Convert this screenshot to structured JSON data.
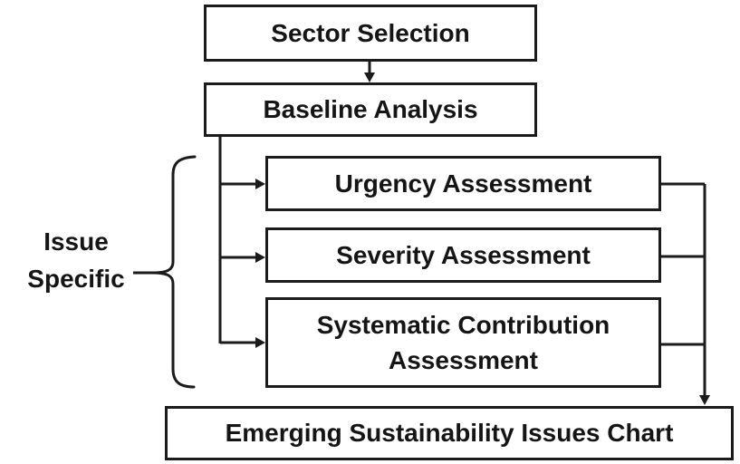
{
  "diagram": {
    "type": "flowchart",
    "colors": {
      "stroke": "#1b1b1b",
      "background": "#ffffff",
      "text": "#151515"
    },
    "nodes": {
      "sector": {
        "label": "Sector Selection"
      },
      "baseline": {
        "label": "Baseline Analysis"
      },
      "urgency": {
        "label": "Urgency Assessment"
      },
      "severity": {
        "label": "Severity Assessment"
      },
      "systematic": {
        "label": "Systematic Contribution Assessment"
      },
      "chart": {
        "label": "Emerging Sustainability Issues Chart"
      }
    },
    "group": {
      "line1": "Issue",
      "line2": "Specific",
      "applies_to": [
        "Urgency Assessment",
        "Severity Assessment",
        "Systematic Contribution Assessment"
      ]
    },
    "edges": [
      {
        "from": "Sector Selection",
        "to": "Baseline Analysis",
        "type": "arrow"
      },
      {
        "from": "Baseline Analysis",
        "to": "Urgency Assessment",
        "type": "arrow"
      },
      {
        "from": "Baseline Analysis",
        "to": "Severity Assessment",
        "type": "arrow"
      },
      {
        "from": "Baseline Analysis",
        "to": "Systematic Contribution Assessment",
        "type": "arrow"
      },
      {
        "from": "Urgency Assessment",
        "to": "Emerging Sustainability Issues Chart",
        "type": "arrow"
      },
      {
        "from": "Severity Assessment",
        "to": "Emerging Sustainability Issues Chart",
        "type": "arrow"
      },
      {
        "from": "Systematic Contribution Assessment",
        "to": "Emerging Sustainability Issues Chart",
        "type": "arrow"
      }
    ]
  }
}
